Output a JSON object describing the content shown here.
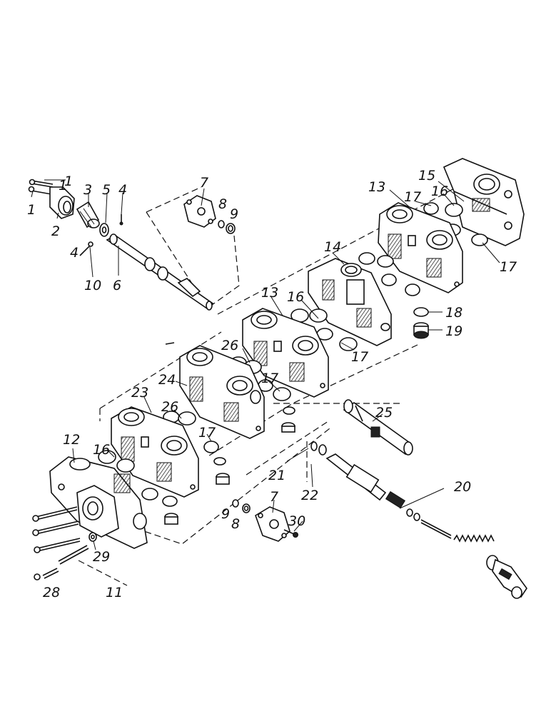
{
  "callouts": {
    "c1": "1",
    "c1b": "1",
    "c1c": "1",
    "c2": "2",
    "c3": "3",
    "c4": "4",
    "c4b": "4",
    "c5": "5",
    "c6": "6",
    "c7": "7",
    "c7b": "7",
    "c8": "8",
    "c8b": "8",
    "c9": "9",
    "c9b": "9",
    "c10": "10",
    "c11": "11",
    "c12": "12",
    "c13": "13",
    "c13b": "13",
    "c14": "14",
    "c15": "15",
    "c16": "16",
    "c16b": "16",
    "c16c": "16",
    "c17": "17",
    "c17b": "17",
    "c17c": "17",
    "c17d": "17",
    "c17e": "17",
    "c18": "18",
    "c19": "19",
    "c20": "20",
    "c21": "21",
    "c22": "22",
    "c23": "23",
    "c24": "24",
    "c25": "25",
    "c26": "26",
    "c26b": "26",
    "c28": "28",
    "c29": "29",
    "c30": "30"
  }
}
